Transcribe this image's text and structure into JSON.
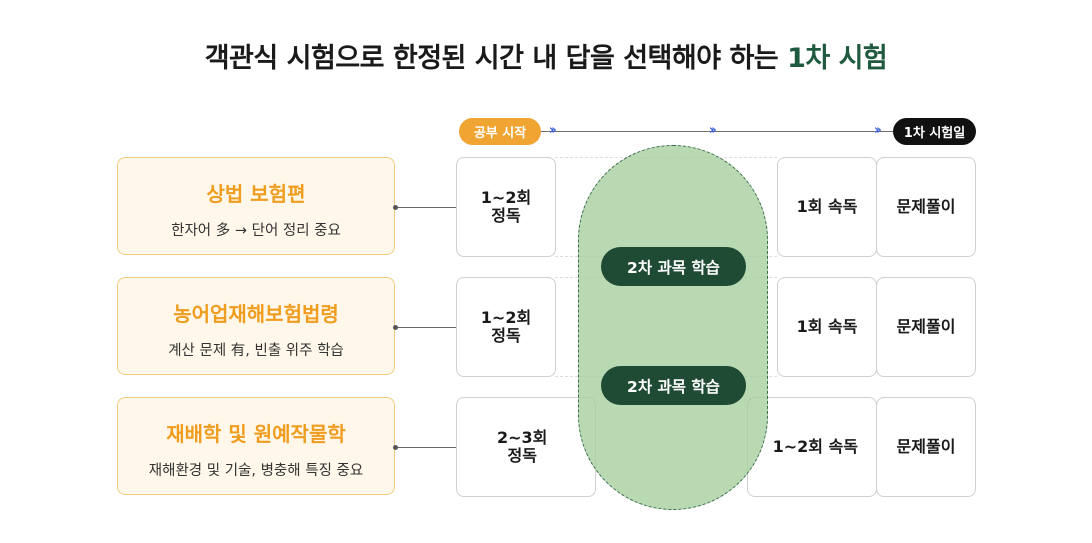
{
  "title": {
    "main": "객관식 시험으로 한정된 시간 내 답을 선택해야 하는",
    "accent": "1차 시험"
  },
  "timeline": {
    "start_label": "공부 시작",
    "end_label": "1차 시험일"
  },
  "subjects": [
    {
      "name": "상법 보험편",
      "desc": "한자어 多 → 단어 정리 중요"
    },
    {
      "name": "농어업재해보험법령",
      "desc": "계산 문제 有, 빈출 위주 학습"
    },
    {
      "name": "재배학 및 원예작물학",
      "desc": "재해환경 및 기술, 병충해 특징 중요"
    }
  ],
  "rows": [
    {
      "read": "1~2회\n정독",
      "quick": "1회 속독",
      "practice": "문제풀이"
    },
    {
      "read": "1~2회\n정독",
      "quick": "1회 속독",
      "practice": "문제풀이"
    },
    {
      "read": "2~3회\n정독",
      "quick": "1~2회 속독",
      "practice": "문제풀이"
    }
  ],
  "secondary_study": [
    "2차 과목 학습",
    "2차 과목 학습"
  ],
  "colors": {
    "accent_orange": "#ef9c1f",
    "accent_green": "#1f5a3e",
    "oval_fill": "#a5ce9e",
    "tag_dark": "#1f4a34"
  }
}
